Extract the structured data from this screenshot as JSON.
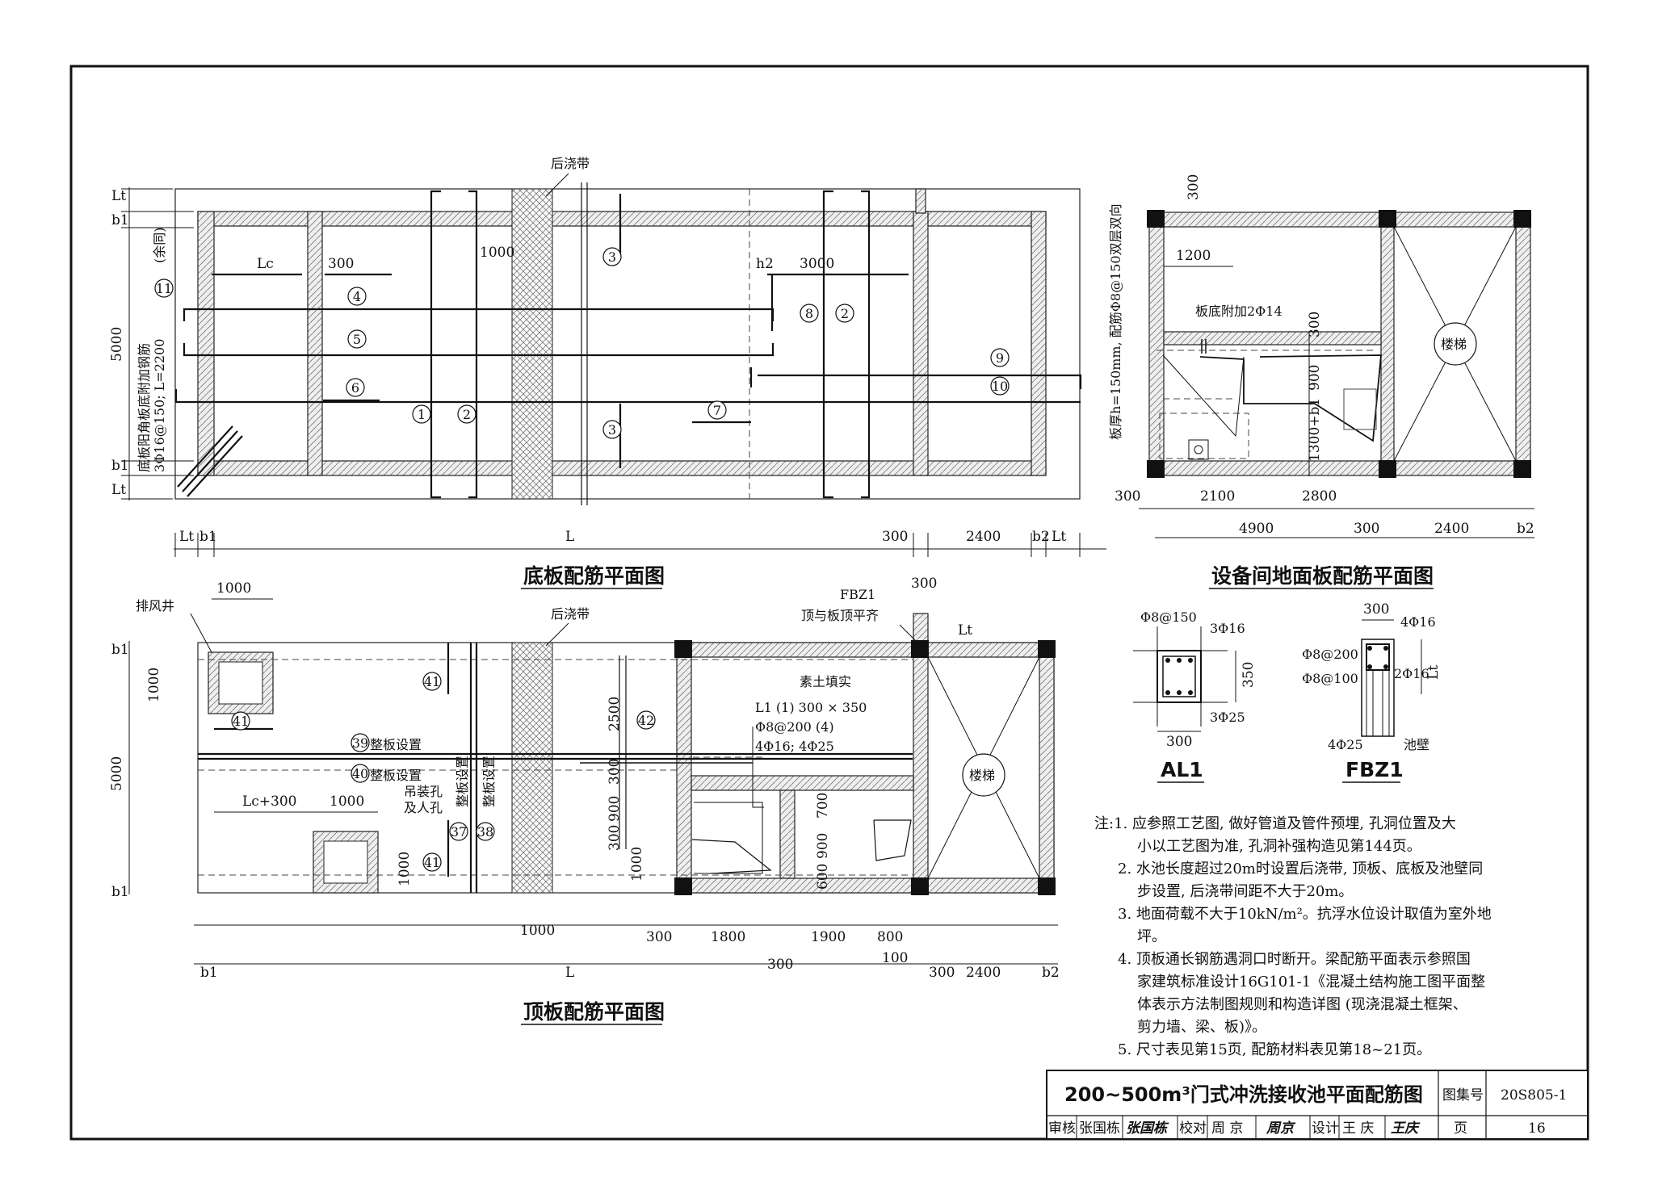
{
  "titles": {
    "bottom_plan": "底板配筋平面图",
    "top_plan": "顶板配筋平面图",
    "equip_plan": "设备间地面板配筋平面图",
    "al1": "AL1",
    "fbz1": "FBZ1"
  },
  "labels": {
    "post_band": "后浇带",
    "post_band_top": "后浇带",
    "stair": "楼梯",
    "stair_equip": "楼梯",
    "vent": "排风井",
    "fbz1": "FBZ1",
    "fbz1_note": "顶与板顶平齐",
    "fill": "素土填实",
    "l1_a": "L1 (1) 300 × 350",
    "l1_b": "Φ8@200 (4)",
    "l1_c": "4Φ16; 4Φ25",
    "slab_39": "整板设置",
    "slab_40": "整板设置",
    "lift_a": "吊装孔",
    "lift_b": "及人孔",
    "slab_37": "整板设置",
    "slab_38": "整板设置",
    "corner_bar_a": "底板阳角板底附加钢筋",
    "corner_bar_b": "3Φ16@150; L=2200",
    "corner_bar_c": "(余同)",
    "add_bar": "板底附加2Φ14",
    "equip_slab": "板厚h=150mm, 配筋Φ8@150双层双向",
    "al1_stirrup": "Φ8@150",
    "al1_top": "3Φ16",
    "al1_bot": "3Φ25",
    "al1_h": "350",
    "al1_w": "300",
    "fbz1_top": "4Φ16",
    "fbz1_s1": "Φ8@200",
    "fbz1_s2": "Φ8@100",
    "fbz1_side": "2Φ16",
    "fbz1_bot": "4Φ25",
    "fbz1_wall": "池壁",
    "fbz1_w": "300",
    "fbz1_lt": "Lt"
  },
  "dims": {
    "lt": "Lt",
    "b1": "b1",
    "b2": "b2",
    "L": "L",
    "lc": "Lc",
    "lc300": "Lc+300",
    "d5000": "5000",
    "d300": "300",
    "d1000": "1000",
    "d3000": "3000",
    "h2": "h2",
    "d2400": "2400",
    "d1200": "1200",
    "d900": "900",
    "d1300": "1300+b1",
    "d2100": "2100",
    "d2800": "2800",
    "d4900": "4900",
    "d2500": "2500",
    "d700": "700",
    "d600": "600",
    "d1800": "1800",
    "d1900": "1900",
    "d800": "800",
    "d100": "100"
  },
  "marks": [
    "1",
    "2",
    "3",
    "4",
    "5",
    "6",
    "7",
    "8",
    "9",
    "10",
    "11",
    "37",
    "38",
    "39",
    "40",
    "41",
    "42"
  ],
  "notes": [
    "注:1. 应参照工艺图, 做好管道及管件预埋, 孔洞位置及大",
    "小以工艺图为准, 孔洞补强构造见第144页。",
    "2. 水池长度超过20m时设置后浇带, 顶板、底板及池壁同",
    "步设置, 后浇带间距不大于20m。",
    "3. 地面荷载不大于10kN/m²。抗浮水位设计取值为室外地",
    "坪。",
    "4. 顶板通长钢筋遇洞口时断开。梁配筋平面表示参照国",
    "家建筑标准设计16G101-1《混凝土结构施工图平面整",
    "体表示方法制图规则和构造详图 (现浇混凝土框架、",
    "剪力墙、梁、板)》。",
    "5. 尺寸表见第15页, 配筋材料表见第18~21页。"
  ],
  "title_block": {
    "drawing_title": "200~500m³门式冲洗接收池平面配筋图",
    "atlas_label": "图集号",
    "atlas_no": "20S805-1",
    "review_label": "审核",
    "reviewer": "张国栋",
    "reviewer_sig": "张国栋",
    "check_label": "校对",
    "checker": "周 京",
    "checker_sig": "周京",
    "design_label": "设计",
    "designer": "王 庆",
    "designer_sig": "王庆",
    "page_label": "页",
    "page_no": "16"
  }
}
